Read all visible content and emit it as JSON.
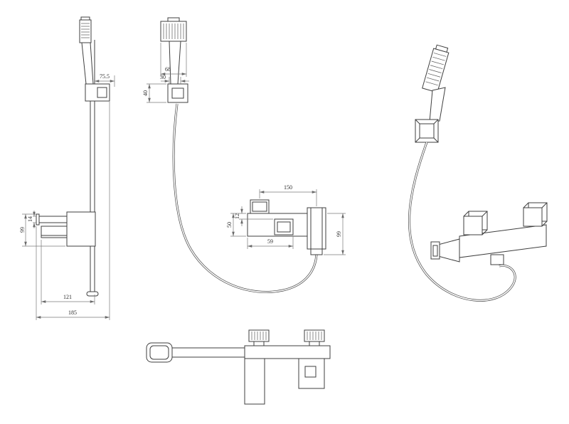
{
  "colors": {
    "background": "#ffffff",
    "line": "#3f3f3f",
    "dimension_line": "#7a7a7a",
    "text": "#2e2e2e"
  },
  "views": {
    "side": {
      "dims": {
        "bracket_offset": "75.5",
        "body_height": "99",
        "lever_height": "14",
        "spout_reach": "121",
        "overall_reach": "185"
      }
    },
    "front": {
      "dims": {
        "handset_width": "68",
        "handle_width": "30",
        "bracket_height": "40",
        "centers_distance": "150",
        "body_height": "50",
        "spout_offset": "12",
        "spout_width": "59",
        "overall_drop": "99"
      }
    }
  }
}
